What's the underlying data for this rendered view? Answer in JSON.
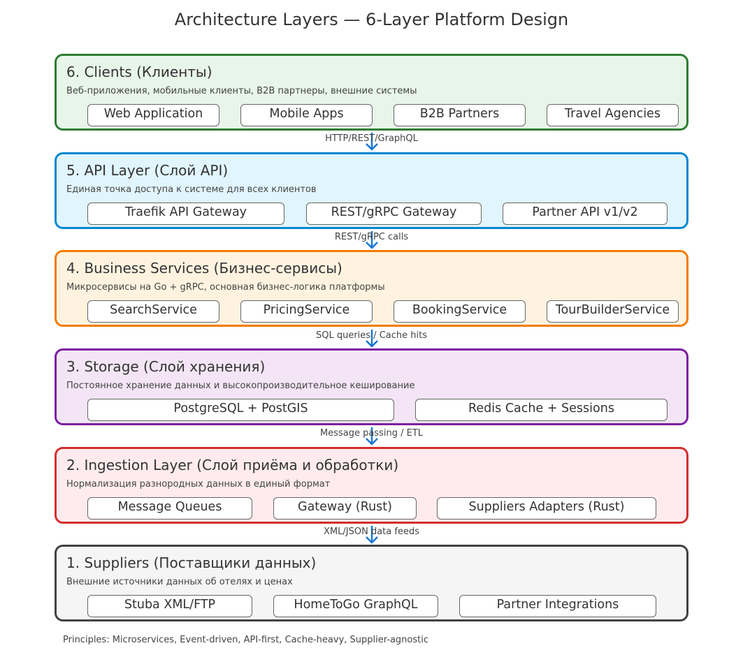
{
  "title": "Architecture Layers — 6-Layer Platform Design",
  "layers": [
    {
      "name": "6. Clients (Клиенты)",
      "description": "Веб-приложения, мобильные клиенты, B2B партнеры, внешние системы",
      "border_color": "#2e7d32",
      "fill_color": "#e8f5e9",
      "components": [
        "Web Application",
        "Mobile Apps",
        "B2B Partners",
        "Travel Agencies"
      ]
    },
    {
      "name": "5. API Layer (Слой API)",
      "description": "Единая точка доступа к системе для всех клиентов",
      "border_color": "#0288d1",
      "fill_color": "#e1f5fe",
      "components": [
        "Traefik API Gateway",
        "REST/gRPC Gateway",
        "Partner API v1/v2"
      ]
    },
    {
      "name": "4. Business Services (Бизнес-сервисы)",
      "description": "Микросервисы на Go + gRPC, основная бизнес-логика платформы",
      "border_color": "#f57c00",
      "fill_color": "#fff3e0",
      "components": [
        "SearchService",
        "PricingService",
        "BookingService",
        "TourBuilderService"
      ]
    },
    {
      "name": "3. Storage (Слой хранения)",
      "description": "Постоянное хранение данных и высокопроизводительное кеширование",
      "border_color": "#7b1fa2",
      "fill_color": "#f3e5f5",
      "components": [
        "PostgreSQL + PostGIS",
        "Redis Cache + Sessions"
      ]
    },
    {
      "name": "2. Ingestion Layer (Слой приёма и обработки)",
      "description": "Нормализация разнородных данных в единый формат",
      "border_color": "#d32f2f",
      "fill_color": "#ffebee",
      "components": [
        "Message Queues",
        "Gateway (Rust)",
        "Suppliers Adapters (Rust)"
      ]
    },
    {
      "name": "1. Suppliers (Поставщики данных)",
      "description": "Внешние источники данных об отелях и ценах",
      "border_color": "#424242",
      "fill_color": "#f5f5f5",
      "components": [
        "Stuba XML/FTP",
        "HomeToGo GraphQL",
        "Partner Integrations"
      ]
    }
  ],
  "connections": [
    {
      "label": "HTTP/REST/GraphQL"
    },
    {
      "label": "REST/gRPC calls"
    },
    {
      "label": "SQL queries / Cache hits"
    },
    {
      "label": "Message passing / ETL"
    },
    {
      "label": "XML/JSON data feeds"
    }
  ],
  "arrow_color": "#1976d2",
  "footer": "Principles: Microservices, Event-driven, API-first, Cache-heavy, Supplier-agnostic"
}
